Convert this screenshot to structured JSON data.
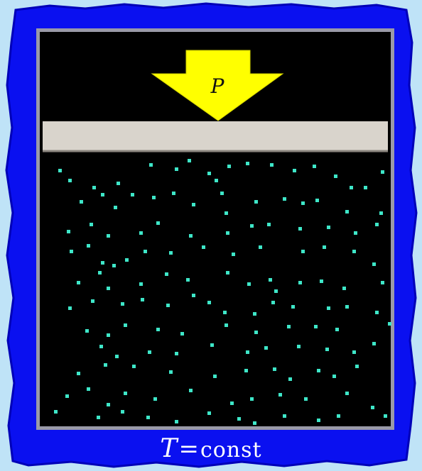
{
  "diagram": {
    "pressure_label": "P",
    "temperature_label": {
      "symbol": "T",
      "equals": "=",
      "word": "const"
    },
    "colors": {
      "frame": "#0a10f0",
      "background": "#bfe3f7",
      "chamber": "#000000",
      "piston": "#d9d4cc",
      "arrow": "#ffff00",
      "particles": "#3ee6c8"
    }
  }
}
